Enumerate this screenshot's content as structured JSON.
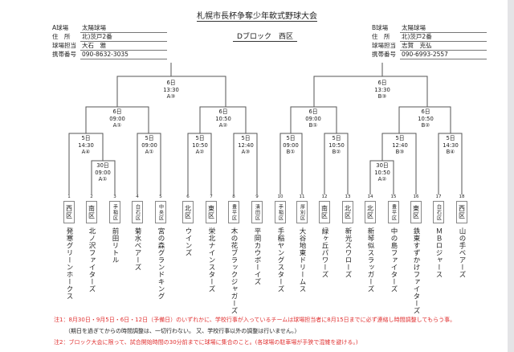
{
  "title": "札幌市長杯争奪少年軟式野球大会",
  "block": "Dブロック　西区",
  "venue_a": {
    "rows": [
      {
        "k": "A球場",
        "v": "太陽球場"
      },
      {
        "k": "住　所",
        "v": "北)茨戸2番"
      },
      {
        "k": "球場担当",
        "v": "大石　雅"
      },
      {
        "k": "携帯番号",
        "v": "090-8632-3035"
      }
    ]
  },
  "venue_b": {
    "rows": [
      {
        "k": "B球場",
        "v": "太陽球場"
      },
      {
        "k": "住　所",
        "v": "北)茨戸2番"
      },
      {
        "k": "球場担当",
        "v": "志賀　克弘"
      },
      {
        "k": "携帯番号",
        "v": "090-6993-2557"
      }
    ]
  },
  "matches": [
    {
      "d": "6日",
      "t": "13:30",
      "c": "A③"
    },
    {
      "d": "6日",
      "t": "09:00",
      "c": "A①"
    },
    {
      "d": "6日",
      "t": "10:50",
      "c": "A②"
    },
    {
      "d": "5日",
      "t": "14:30",
      "c": "A④"
    },
    {
      "d": "30日",
      "t": "09:00",
      "c": "A①"
    },
    {
      "d": "5日",
      "t": "09:00",
      "c": "A①"
    },
    {
      "d": "5日",
      "t": "10:50",
      "c": "A②"
    },
    {
      "d": "5日",
      "t": "12:40",
      "c": "A③"
    },
    {
      "d": "6日",
      "t": "13:30",
      "c": "B③"
    },
    {
      "d": "6日",
      "t": "09:00",
      "c": "B①"
    },
    {
      "d": "6日",
      "t": "10:50",
      "c": "B②"
    },
    {
      "d": "5日",
      "t": "09:00",
      "c": "B①"
    },
    {
      "d": "5日",
      "t": "10:50",
      "c": "B②"
    },
    {
      "d": "5日",
      "t": "12:40",
      "c": "B③"
    },
    {
      "d": "30日",
      "t": "10:50",
      "c": "A②"
    },
    {
      "d": "5日",
      "t": "14:30",
      "c": "B④"
    }
  ],
  "teams": [
    {
      "n": "1",
      "dist": "西区",
      "name": "発寒グリーンホークス"
    },
    {
      "n": "2",
      "dist": "南区",
      "name": "北ノ沢ファイターズ"
    },
    {
      "n": "3",
      "dist": "手稲区",
      "name": "前田リトル"
    },
    {
      "n": "4",
      "dist": "白石区",
      "name": "菊水ベアーズ"
    },
    {
      "n": "5",
      "dist": "中央区",
      "name": "宮の森グランドキング"
    },
    {
      "n": "6",
      "dist": "北区",
      "name": "ウインズ"
    },
    {
      "n": "7",
      "dist": "東区",
      "name": "栄北ナインスターズ"
    },
    {
      "n": "8",
      "dist": "豊平区",
      "name": "木の花ブラックジャガーズ"
    },
    {
      "n": "9",
      "dist": "清田区",
      "name": "平岡カウボーイズ"
    },
    {
      "n": "10",
      "dist": "手稲区",
      "name": "手稲ヤングスターズ"
    },
    {
      "n": "11",
      "dist": "厚別区",
      "name": "大谷地東ドリームス"
    },
    {
      "n": "12",
      "dist": "南区",
      "name": "緑ヶ丘パワーズ"
    },
    {
      "n": "13",
      "dist": "北区",
      "name": "新光スワローズ"
    },
    {
      "n": "14",
      "dist": "北区",
      "name": "新琴似スラッガーズ"
    },
    {
      "n": "15",
      "dist": "豊平区",
      "name": "中の島ファイターズ"
    },
    {
      "n": "16",
      "dist": "東区",
      "name": "鉄東すずかけファイターズ"
    },
    {
      "n": "17",
      "dist": "白石区",
      "name": "ＭＢロジャース"
    },
    {
      "n": "18",
      "dist": "西区",
      "name": "山の手ベアーズ"
    }
  ],
  "notes": {
    "note1": "注1：8月30日・9月5日・6日・12日（予備日）のいずれかに、学校行事が入っているチームは球場担当者に8月15日までに必ず連絡し時間調整してもらう事。",
    "note1b": "（期日を過ぎてからの時間調整は、一切行わない。 又、学校行事以外の調整は行いません。）",
    "note2": "注2：ブロック大会に限って、試合開始時間の30分前までに球場に集合のこと。(各球場の駐車場が手狭で混雑を避ける。)"
  },
  "colors": {
    "note_red": "#e03030"
  }
}
